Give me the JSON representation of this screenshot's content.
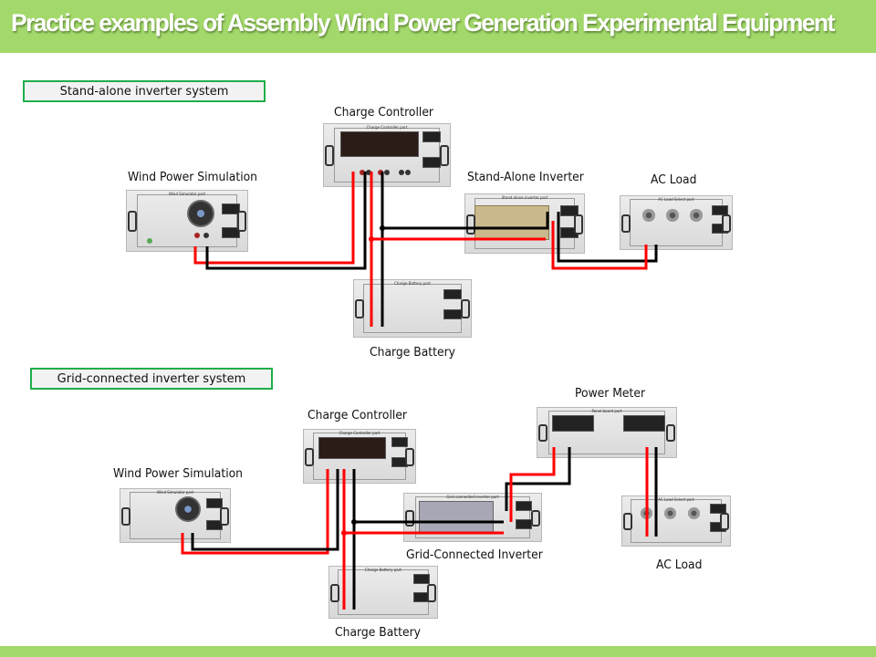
{
  "header": {
    "title": "Practice examples of Assembly Wind Power Generation Experimental Equipment"
  },
  "colors": {
    "banner": "#a3d86b",
    "section_border": "#1fae4b",
    "wire_positive": "#ff0000",
    "wire_negative": "#000000"
  },
  "sections": [
    {
      "title": "Stand-alone inverter system",
      "components": [
        {
          "label": "Charge Controller",
          "panel_caption": "Charge Controller part"
        },
        {
          "label": "Wind Power Simulation",
          "panel_caption": "Wind Simulator part"
        },
        {
          "label": "Stand-Alone Inverter",
          "panel_caption": "Stand alone inverter part"
        },
        {
          "label": "AC Load",
          "panel_caption": "AC Load Select part"
        },
        {
          "label": "Charge Battery",
          "panel_caption": "Charge Battery part"
        }
      ]
    },
    {
      "title": "Grid-connected inverter system",
      "components": [
        {
          "label": "Charge Controller",
          "panel_caption": "Charge Controller part"
        },
        {
          "label": "Wind Power Simulation",
          "panel_caption": "Wind Simulator part"
        },
        {
          "label": "Power Meter",
          "panel_caption": "Panel board part"
        },
        {
          "label": "Grid-Connected Inverter",
          "panel_caption": "Grid connected inverter part"
        },
        {
          "label": "AC Load",
          "panel_caption": "AC Load Select part"
        },
        {
          "label": "Charge Battery",
          "panel_caption": "Charge Battery part"
        }
      ]
    }
  ]
}
